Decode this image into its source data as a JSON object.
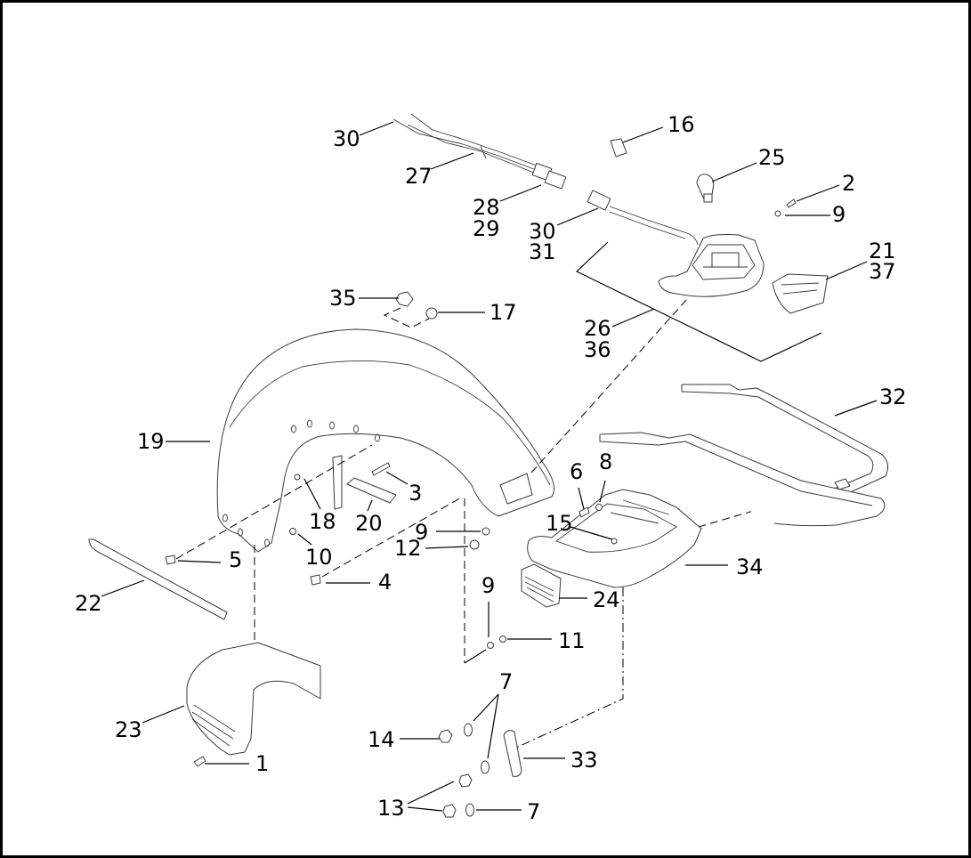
{
  "diagram": {
    "type": "exploded-parts-diagram",
    "colors": {
      "background": "#ffffff",
      "line": "#000000",
      "part_outline": "#3a3a3a"
    },
    "callouts": [
      {
        "id": "c30a",
        "label": "30"
      },
      {
        "id": "c27",
        "label": "27"
      },
      {
        "id": "c28",
        "label": "28"
      },
      {
        "id": "c29",
        "label": "29"
      },
      {
        "id": "c16",
        "label": "16"
      },
      {
        "id": "c25",
        "label": "25"
      },
      {
        "id": "c2",
        "label": "2"
      },
      {
        "id": "c9a",
        "label": "9"
      },
      {
        "id": "c30b",
        "label": "30"
      },
      {
        "id": "c31",
        "label": "31"
      },
      {
        "id": "c21",
        "label": "21"
      },
      {
        "id": "c37",
        "label": "37"
      },
      {
        "id": "c35",
        "label": "35"
      },
      {
        "id": "c17",
        "label": "17"
      },
      {
        "id": "c26",
        "label": "26"
      },
      {
        "id": "c36",
        "label": "36"
      },
      {
        "id": "c32",
        "label": "32"
      },
      {
        "id": "c19",
        "label": "19"
      },
      {
        "id": "c6",
        "label": "6"
      },
      {
        "id": "c8",
        "label": "8"
      },
      {
        "id": "c3",
        "label": "3"
      },
      {
        "id": "c18",
        "label": "18"
      },
      {
        "id": "c20",
        "label": "20"
      },
      {
        "id": "c15",
        "label": "15"
      },
      {
        "id": "c9b",
        "label": "9"
      },
      {
        "id": "c12",
        "label": "12"
      },
      {
        "id": "c10",
        "label": "10"
      },
      {
        "id": "c5",
        "label": "5"
      },
      {
        "id": "c34",
        "label": "34"
      },
      {
        "id": "c4",
        "label": "4"
      },
      {
        "id": "c22",
        "label": "22"
      },
      {
        "id": "c24",
        "label": "24"
      },
      {
        "id": "c9c",
        "label": "9"
      },
      {
        "id": "c11",
        "label": "11"
      },
      {
        "id": "c7a",
        "label": "7"
      },
      {
        "id": "c23",
        "label": "23"
      },
      {
        "id": "c14",
        "label": "14"
      },
      {
        "id": "c33",
        "label": "33"
      },
      {
        "id": "c1",
        "label": "1"
      },
      {
        "id": "c13",
        "label": "13"
      },
      {
        "id": "c7b",
        "label": "7"
      }
    ]
  }
}
